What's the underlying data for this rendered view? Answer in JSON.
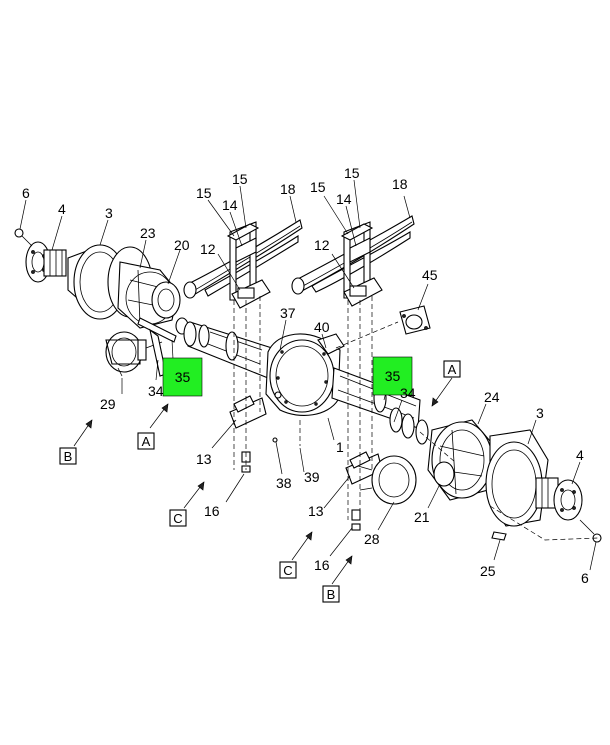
{
  "callouts": {
    "c6_left": "6",
    "c4_left": "4",
    "c3_left": "3",
    "c23": "23",
    "c20": "20",
    "c15_a": "15",
    "c15_b": "15",
    "c14_a": "14",
    "c18_a": "18",
    "c12_a": "12",
    "c15_c": "15",
    "c15_d": "15",
    "c14_b": "14",
    "c18_b": "18",
    "c12_b": "12",
    "c45": "45",
    "c37": "37",
    "c40": "40",
    "c34_left": "34",
    "c34_right": "34",
    "c29": "29",
    "c13_left": "13",
    "c38": "38",
    "c39": "39",
    "c1": "1",
    "c16_left": "16",
    "c24": "24",
    "c3_right": "3",
    "c4_right": "4",
    "c21": "21",
    "c13_right": "13",
    "c28": "28",
    "c16_right": "16",
    "c25": "25",
    "c6_right": "6"
  },
  "highlights": {
    "h35_left": "35",
    "h35_right": "35"
  },
  "highlight_color": "#22ee22",
  "views": {
    "a_top": "A",
    "a_left": "A",
    "b_left": "B",
    "b_bottom": "B",
    "c_left": "C",
    "c_bottom": "C"
  }
}
